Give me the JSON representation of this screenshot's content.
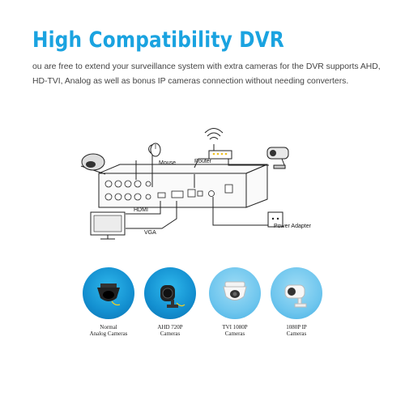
{
  "title": "High Compatibility DVR",
  "description": "ou are free to extend your surveillance system with extra cameras for the DVR supports AHD, HD-TVI, Analog as well as bonus IP cameras connection without needing converters.",
  "diagram": {
    "mouse_label": "Mouse",
    "router_label": "Router",
    "hdmi_label": "HDMI",
    "vga_label": "VGA",
    "power_label": "Power Adapter"
  },
  "cameras": [
    {
      "label": "Normal\nAnalog Cameras",
      "icon": "dome-camera-icon"
    },
    {
      "label": "AHD 720P\nCameras",
      "icon": "bullet-camera-icon"
    },
    {
      "label": "TVI 1080P\nCameras",
      "icon": "dome-camera-icon"
    },
    {
      "label": "1080P IP\nCameras",
      "icon": "bullet-camera-icon"
    }
  ],
  "colors": {
    "accent": "#1aa3e0",
    "circle_dark": "#138fd0",
    "circle_light": "#6fc6ee"
  }
}
